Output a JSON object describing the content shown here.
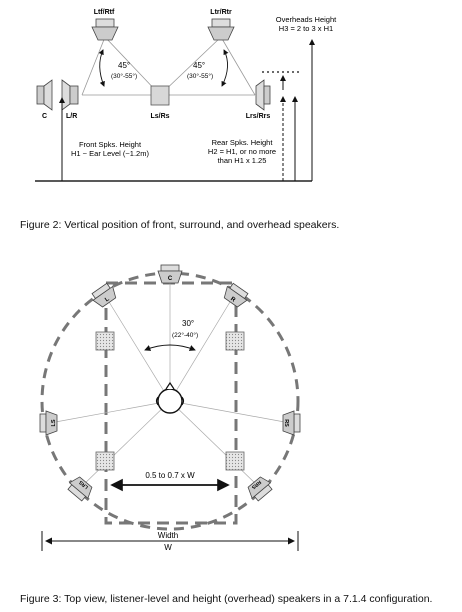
{
  "figure2": {
    "top_left_label": "Ltf/Rtf",
    "top_right_label": "Ltr/Rtr",
    "overheads_height_line1": "Overheads Height",
    "overheads_height_line2": "H3 = 2 to 3 x H1",
    "left_angle": "45°",
    "left_angle_range": "(30°-55°)",
    "right_angle": "45°",
    "right_angle_range": "(30°-55°)",
    "label_c": "C",
    "label_lr": "L/R",
    "label_ls_rs": "Ls/Rs",
    "label_lrs_rrs": "Lrs/Rrs",
    "front_height_line1": "Front Spks. Height",
    "front_height_line2": "H1 ~ Ear Level (~1.2m)",
    "rear_height_line1": "Rear Spks. Height",
    "rear_height_line2": "H2 = H1, or no more",
    "rear_height_line3": "than H1 x 1.25"
  },
  "caption2": "Figure 2: Vertical position of front, surround, and overhead speakers.",
  "figure3": {
    "speaker_c": "C",
    "speaker_l": "L",
    "speaker_r": "R",
    "speaker_ls": "LS",
    "speaker_rs": "RS",
    "speaker_lrs": "LRS",
    "speaker_rrs": "RRS",
    "angle": "30°",
    "angle_range": "(22°-40°)",
    "distance_label": "0.5 to 0.7 x W",
    "width_label": "Width",
    "width_symbol": "W"
  },
  "caption3": "Figure 3: Top view, listener-level and height (overhead) speakers in a 7.1.4 configuration."
}
